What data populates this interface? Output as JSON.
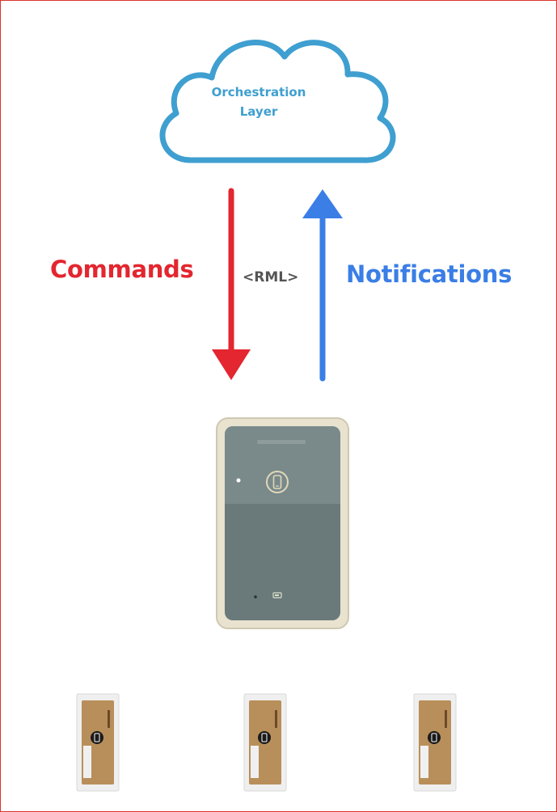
{
  "cloud": {
    "line1": "Orchestration",
    "line2": "Layer"
  },
  "arrows": {
    "commands_label": "Commands",
    "notifications_label": "Notifications",
    "protocol_label": "<RML>"
  },
  "colors": {
    "frame": "#d9342b",
    "cloud_stroke": "#3f9fd0",
    "commands": "#e3262f",
    "notifications": "#3a7ee6"
  },
  "reader": {
    "icon": "mobile-phone-icon"
  },
  "tags": {
    "count": 3
  }
}
